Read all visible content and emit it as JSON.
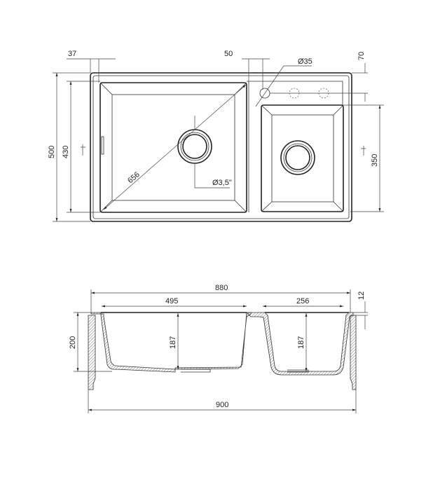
{
  "top_view": {
    "dim_flange_left": "37",
    "dim_tap_offset": "50",
    "dim_tap_hole": "Ø35",
    "dim_tap_from_edge": "70",
    "dim_small_bowl_depth": "350",
    "dim_total_depth": "500",
    "dim_bowl_depth": "430",
    "dim_diagonal": "656",
    "dim_drain": "Ø3,5\""
  },
  "section_view": {
    "dim_inner_width": "880",
    "dim_large_bowl": "495",
    "dim_small_bowl": "256",
    "dim_rim": "12",
    "dim_height": "200",
    "dim_depth_large": "187",
    "dim_depth_small": "187",
    "dim_total_width": "900"
  }
}
